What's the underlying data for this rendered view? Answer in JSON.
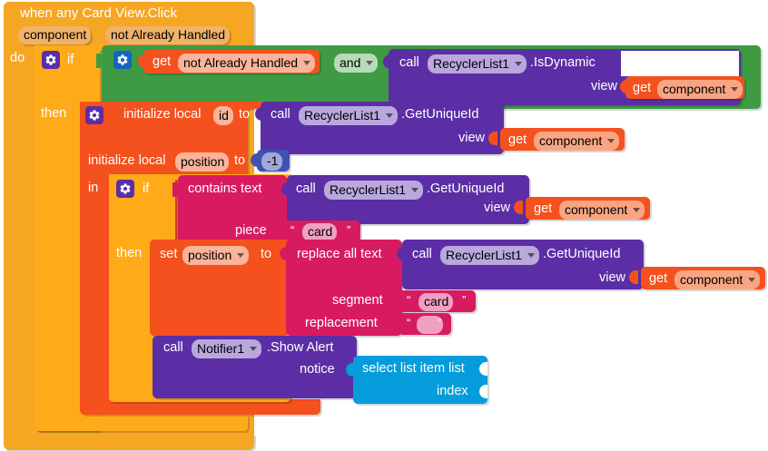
{
  "editor": {
    "name": "mit-app-inventor-blocks-editor",
    "background": "#ffffff"
  },
  "colors": {
    "event": "#f5a623",
    "control": "#ffab19",
    "logic": "#3f9a44",
    "variable": "#f4511e",
    "procedure_call": "#5b2ea6",
    "text": "#d81b60",
    "math": "#3f51b5",
    "list": "#049cdb"
  },
  "event_block": {
    "keyword": "when",
    "title": "when any Card View.Click",
    "params": [
      {
        "name": "component",
        "label": "component"
      },
      {
        "name": "notAlreadyHandled",
        "label": "not Already Handled"
      }
    ],
    "do_label": "do"
  },
  "outer_if": {
    "if_label": "if",
    "then_label": "then",
    "gear_icon": "gear-icon"
  },
  "and_block": {
    "operator": "and",
    "left": {
      "type": "get",
      "get_label": "get",
      "variable": "not Already Handled"
    }
  },
  "is_dynamic_call": {
    "call_label": "call",
    "component": "RecyclerList1",
    "method": ".IsDynamic",
    "args": [
      {
        "name": "view",
        "label": "view",
        "value": {
          "type": "get",
          "get_label": "get",
          "variable": "component"
        }
      }
    ]
  },
  "init_local_id": {
    "label_prefix": "initialize local",
    "var_name": "id",
    "to_label": "to",
    "value": {
      "call_label": "call",
      "component": "RecyclerList1",
      "method": ".GetUniqueId",
      "args": [
        {
          "name": "view",
          "label": "view",
          "value": {
            "type": "get",
            "get_label": "get",
            "variable": "component"
          }
        }
      ]
    }
  },
  "init_local_position": {
    "label_prefix": "initialize local",
    "var_name": "position",
    "to_label": "to",
    "value": {
      "type": "number",
      "number": "-1"
    },
    "in_label": "in"
  },
  "inner_if": {
    "if_label": "if",
    "then_label": "then",
    "gear_icon": "gear-icon",
    "condition": {
      "type": "contains",
      "label": "contains  text",
      "text_arg": {
        "call_label": "call",
        "component": "RecyclerList1",
        "method": ".GetUniqueId",
        "args": [
          {
            "name": "view",
            "label": "view",
            "value": {
              "type": "get",
              "get_label": "get",
              "variable": "component"
            }
          }
        ]
      },
      "piece_label": "piece",
      "piece_value": "card"
    }
  },
  "set_position": {
    "set_label": "set",
    "var_name": "position",
    "to_label": "to",
    "value": {
      "type": "replace-all-text",
      "label": "replace all text",
      "text_arg": {
        "call_label": "call",
        "component": "RecyclerList1",
        "method": ".GetUniqueId",
        "args": [
          {
            "name": "view",
            "label": "view",
            "value": {
              "type": "get",
              "get_label": "get",
              "variable": "component"
            }
          }
        ]
      },
      "segment_label": "segment",
      "segment_value": "card",
      "replacement_label": "replacement",
      "replacement_value": ""
    }
  },
  "show_alert": {
    "call_label": "call",
    "component": "Notifier1",
    "method": ".Show Alert",
    "notice_label": "notice",
    "notice_value": {
      "type": "select-list-item",
      "label": "select list item  list",
      "index_label": "index",
      "list_value": "",
      "index_value": ""
    }
  },
  "quotes": {
    "open": "“",
    "close": "”"
  }
}
